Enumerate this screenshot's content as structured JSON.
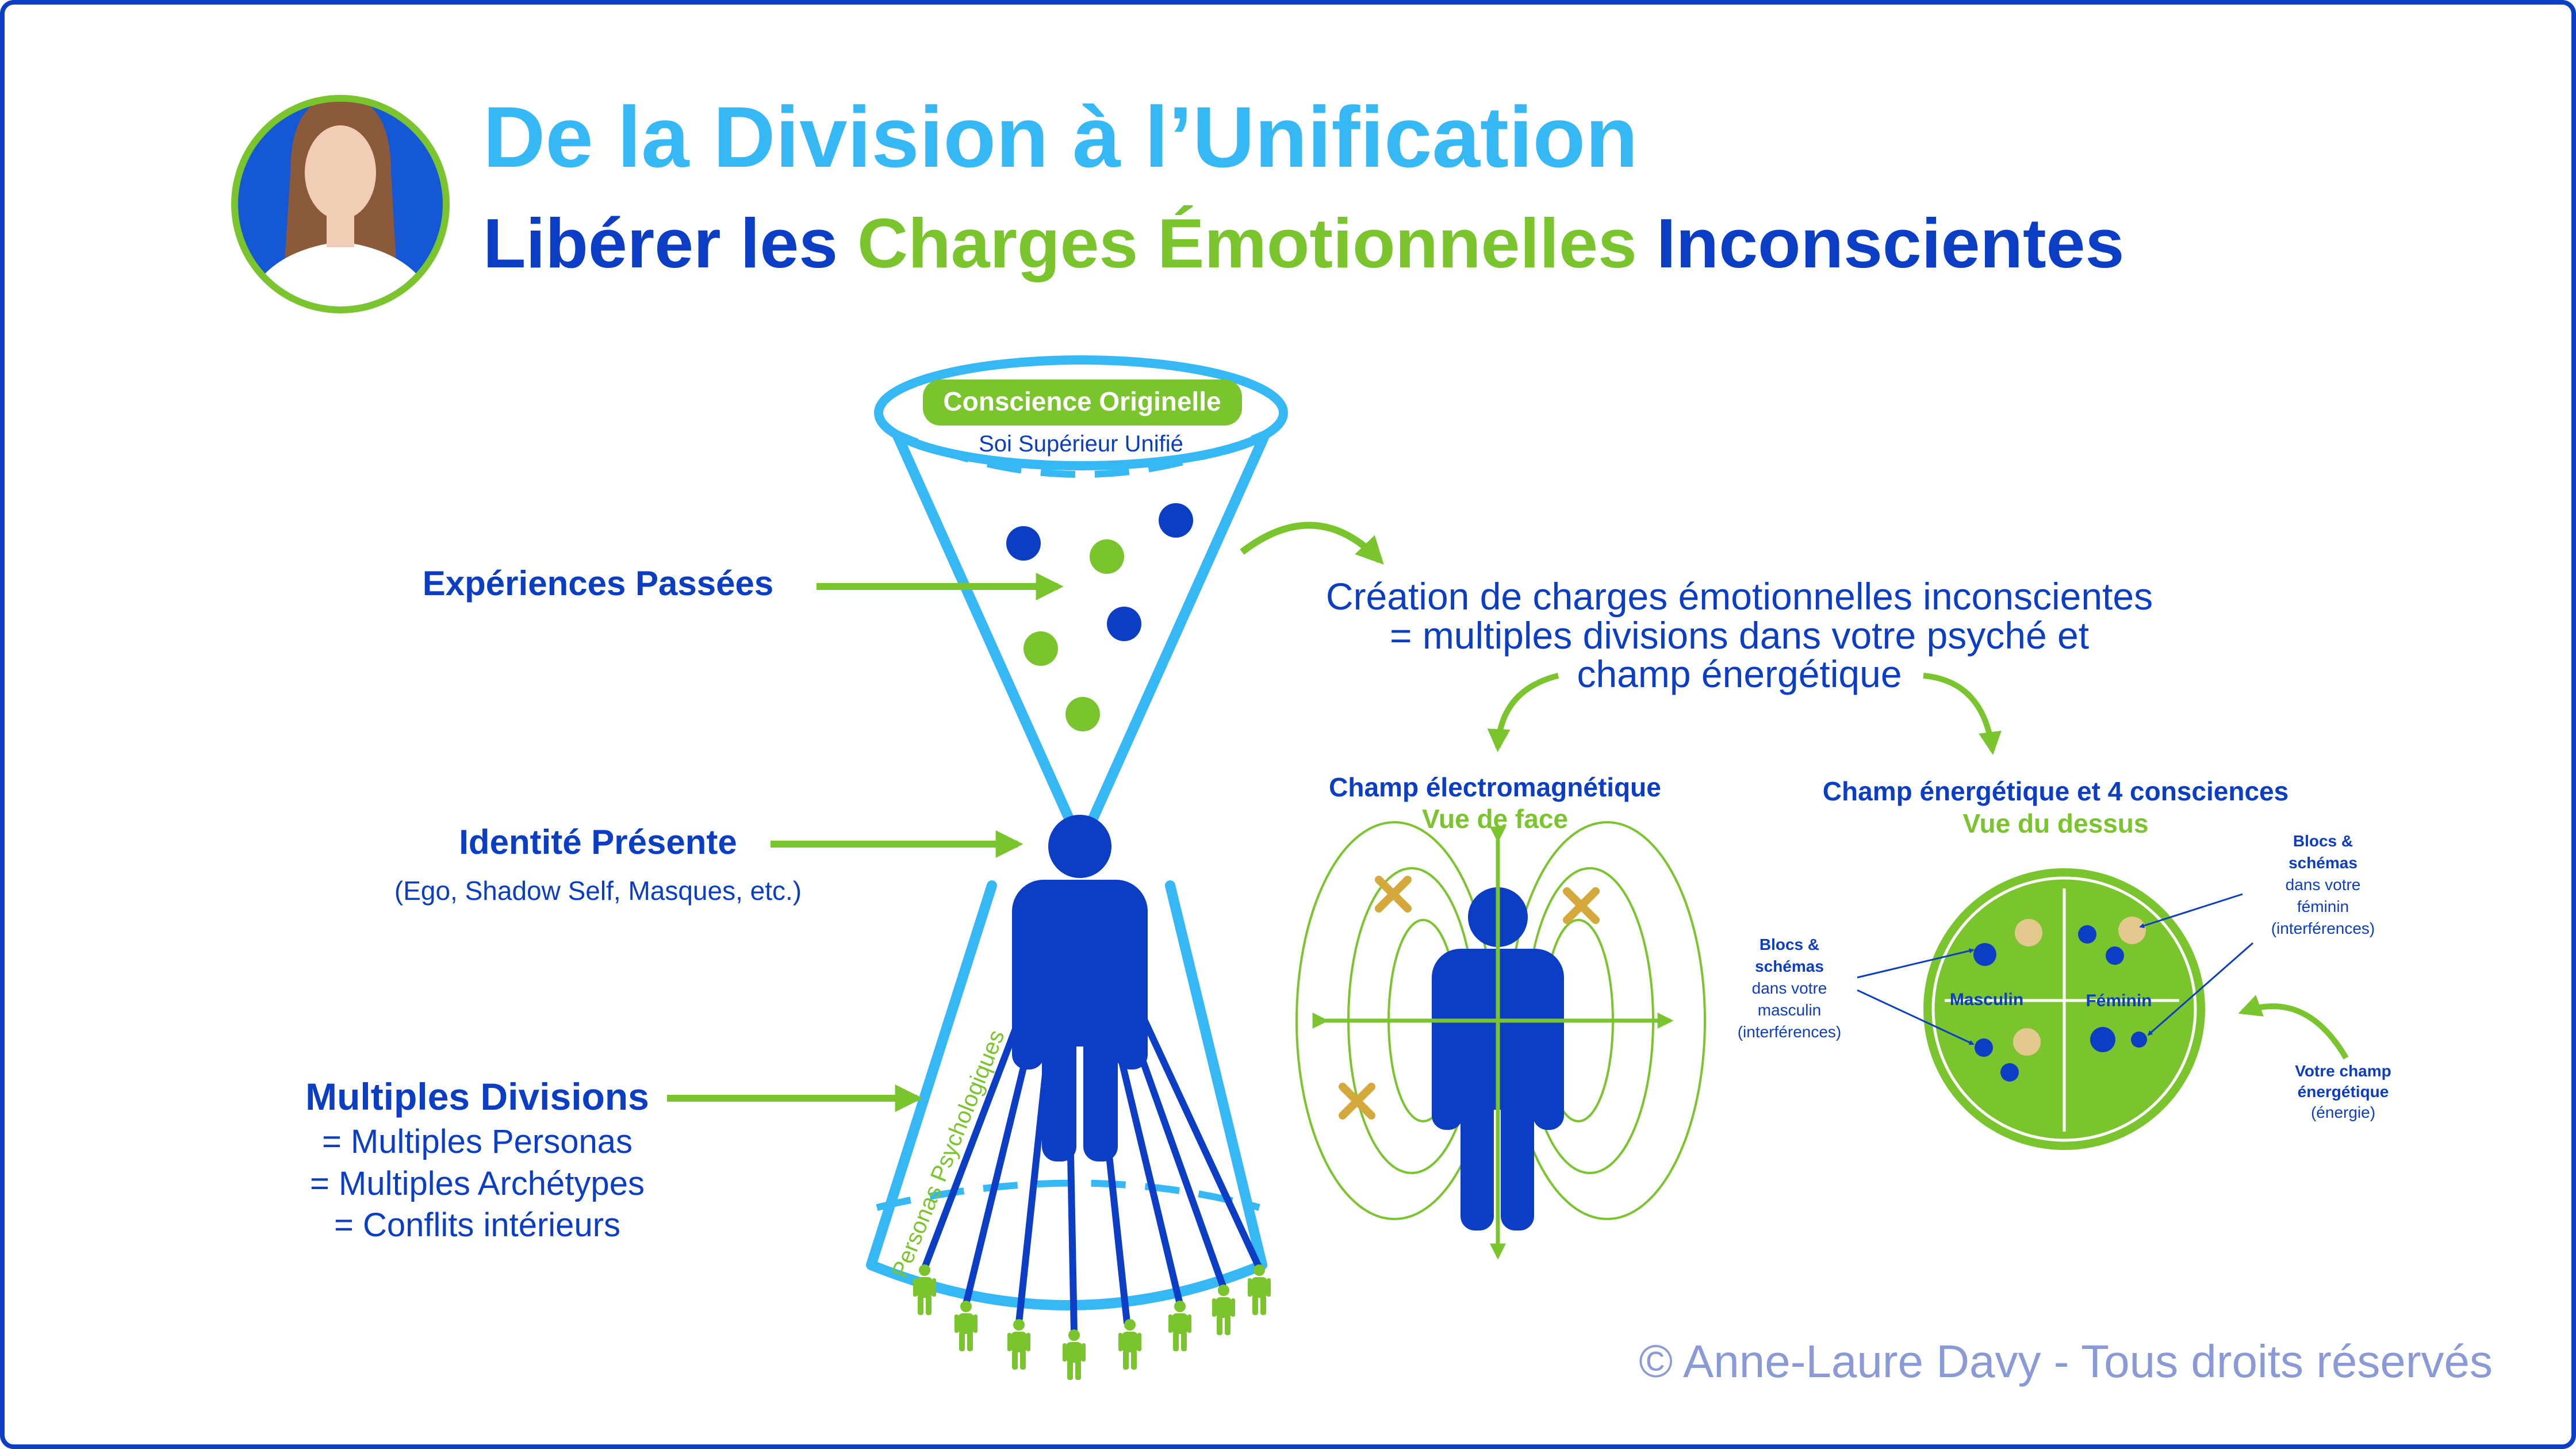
{
  "header": {
    "title": "De la Division à l’Unification",
    "subtitle_part1": "Libérer les ",
    "subtitle_highlight": "Charges Émotionnelles",
    "subtitle_part2": " Inconscientes"
  },
  "cone_top": {
    "badge": "Conscience Originelle",
    "caption": "Soi Supérieur Unifié"
  },
  "left_labels": {
    "past": "Expériences Passées",
    "present": "Identité Présente",
    "present_sub": "(Ego, Shadow Self, Masques, etc.)",
    "multiple": "Multiples Divisions",
    "multiple_line1": "= Multiples Personas",
    "multiple_line2": "= Multiples Archétypes",
    "multiple_line3": "= Conflits intérieurs"
  },
  "personas_label": "Personas Psychologiques",
  "creation": {
    "line1": "Création de charges émotionnelles inconscientes",
    "line2": "= multiples divisions dans votre psyché et",
    "line3": "champ énergétique"
  },
  "em_field": {
    "title": "Champ électromagnétique",
    "subtitle": "Vue de face"
  },
  "energy_field": {
    "title": "Champ énergétique et 4 consciences",
    "subtitle": "Vue du dessus",
    "label_left": "Masculin",
    "label_right": "Féminin"
  },
  "notes": {
    "masc_1": "Blocs &",
    "masc_2": "schémas",
    "masc_3": "dans votre",
    "masc_4": "masculin",
    "masc_5": "(interférences)",
    "fem_1": "Blocs &",
    "fem_2": "schémas",
    "fem_3": "dans votre",
    "fem_4": "féminin",
    "fem_5": "(interférences)",
    "champ_1": "Votre champ",
    "champ_2": "énergétique",
    "champ_3": "(énergie)"
  },
  "copyright": "© Anne-Laure Davy - Tous droits réservés",
  "colors": {
    "navy": "#0b3ec4",
    "sky": "#36b8f5",
    "green": "#7ac52d",
    "gold": "#e3c98d",
    "light_green": "#8fcc4e",
    "copyright": "#8a9ad6"
  }
}
